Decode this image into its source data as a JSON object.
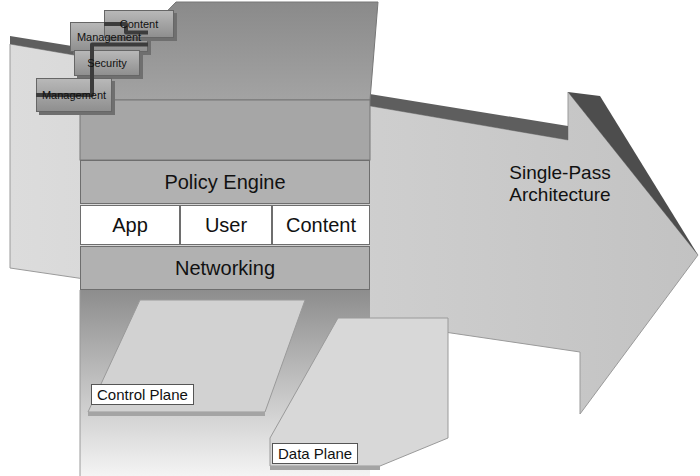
{
  "diagram": {
    "nodes": [
      {
        "text": [
          "Policy Engine"
        ]
      },
      {
        "text": [
          "App"
        ]
      },
      {
        "text": [
          "User"
        ]
      },
      {
        "text": [
          "Content"
        ]
      },
      {
        "text": [
          "Networking"
        ]
      },
      {
        "text": [
          "Single-Pass Architecture"
        ]
      },
      {
        "text": [
          "Control Plane"
        ]
      },
      {
        "text": [
          "Management"
        ],
        "in": 6
      },
      {
        "text": [
          "Data Plane"
        ]
      },
      {
        "text": [
          "Content"
        ],
        "in": 8
      },
      {
        "text": [
          "Security"
        ],
        "in": 8
      },
      {
        "text": [
          "Management"
        ],
        "in": 8
      }
    ],
    "edges": [
      {
        "from": 7,
        "to": 9,
        "arrow": "none"
      },
      {
        "from": 7,
        "to": 11,
        "arrow": "none"
      }
    ]
  }
}
